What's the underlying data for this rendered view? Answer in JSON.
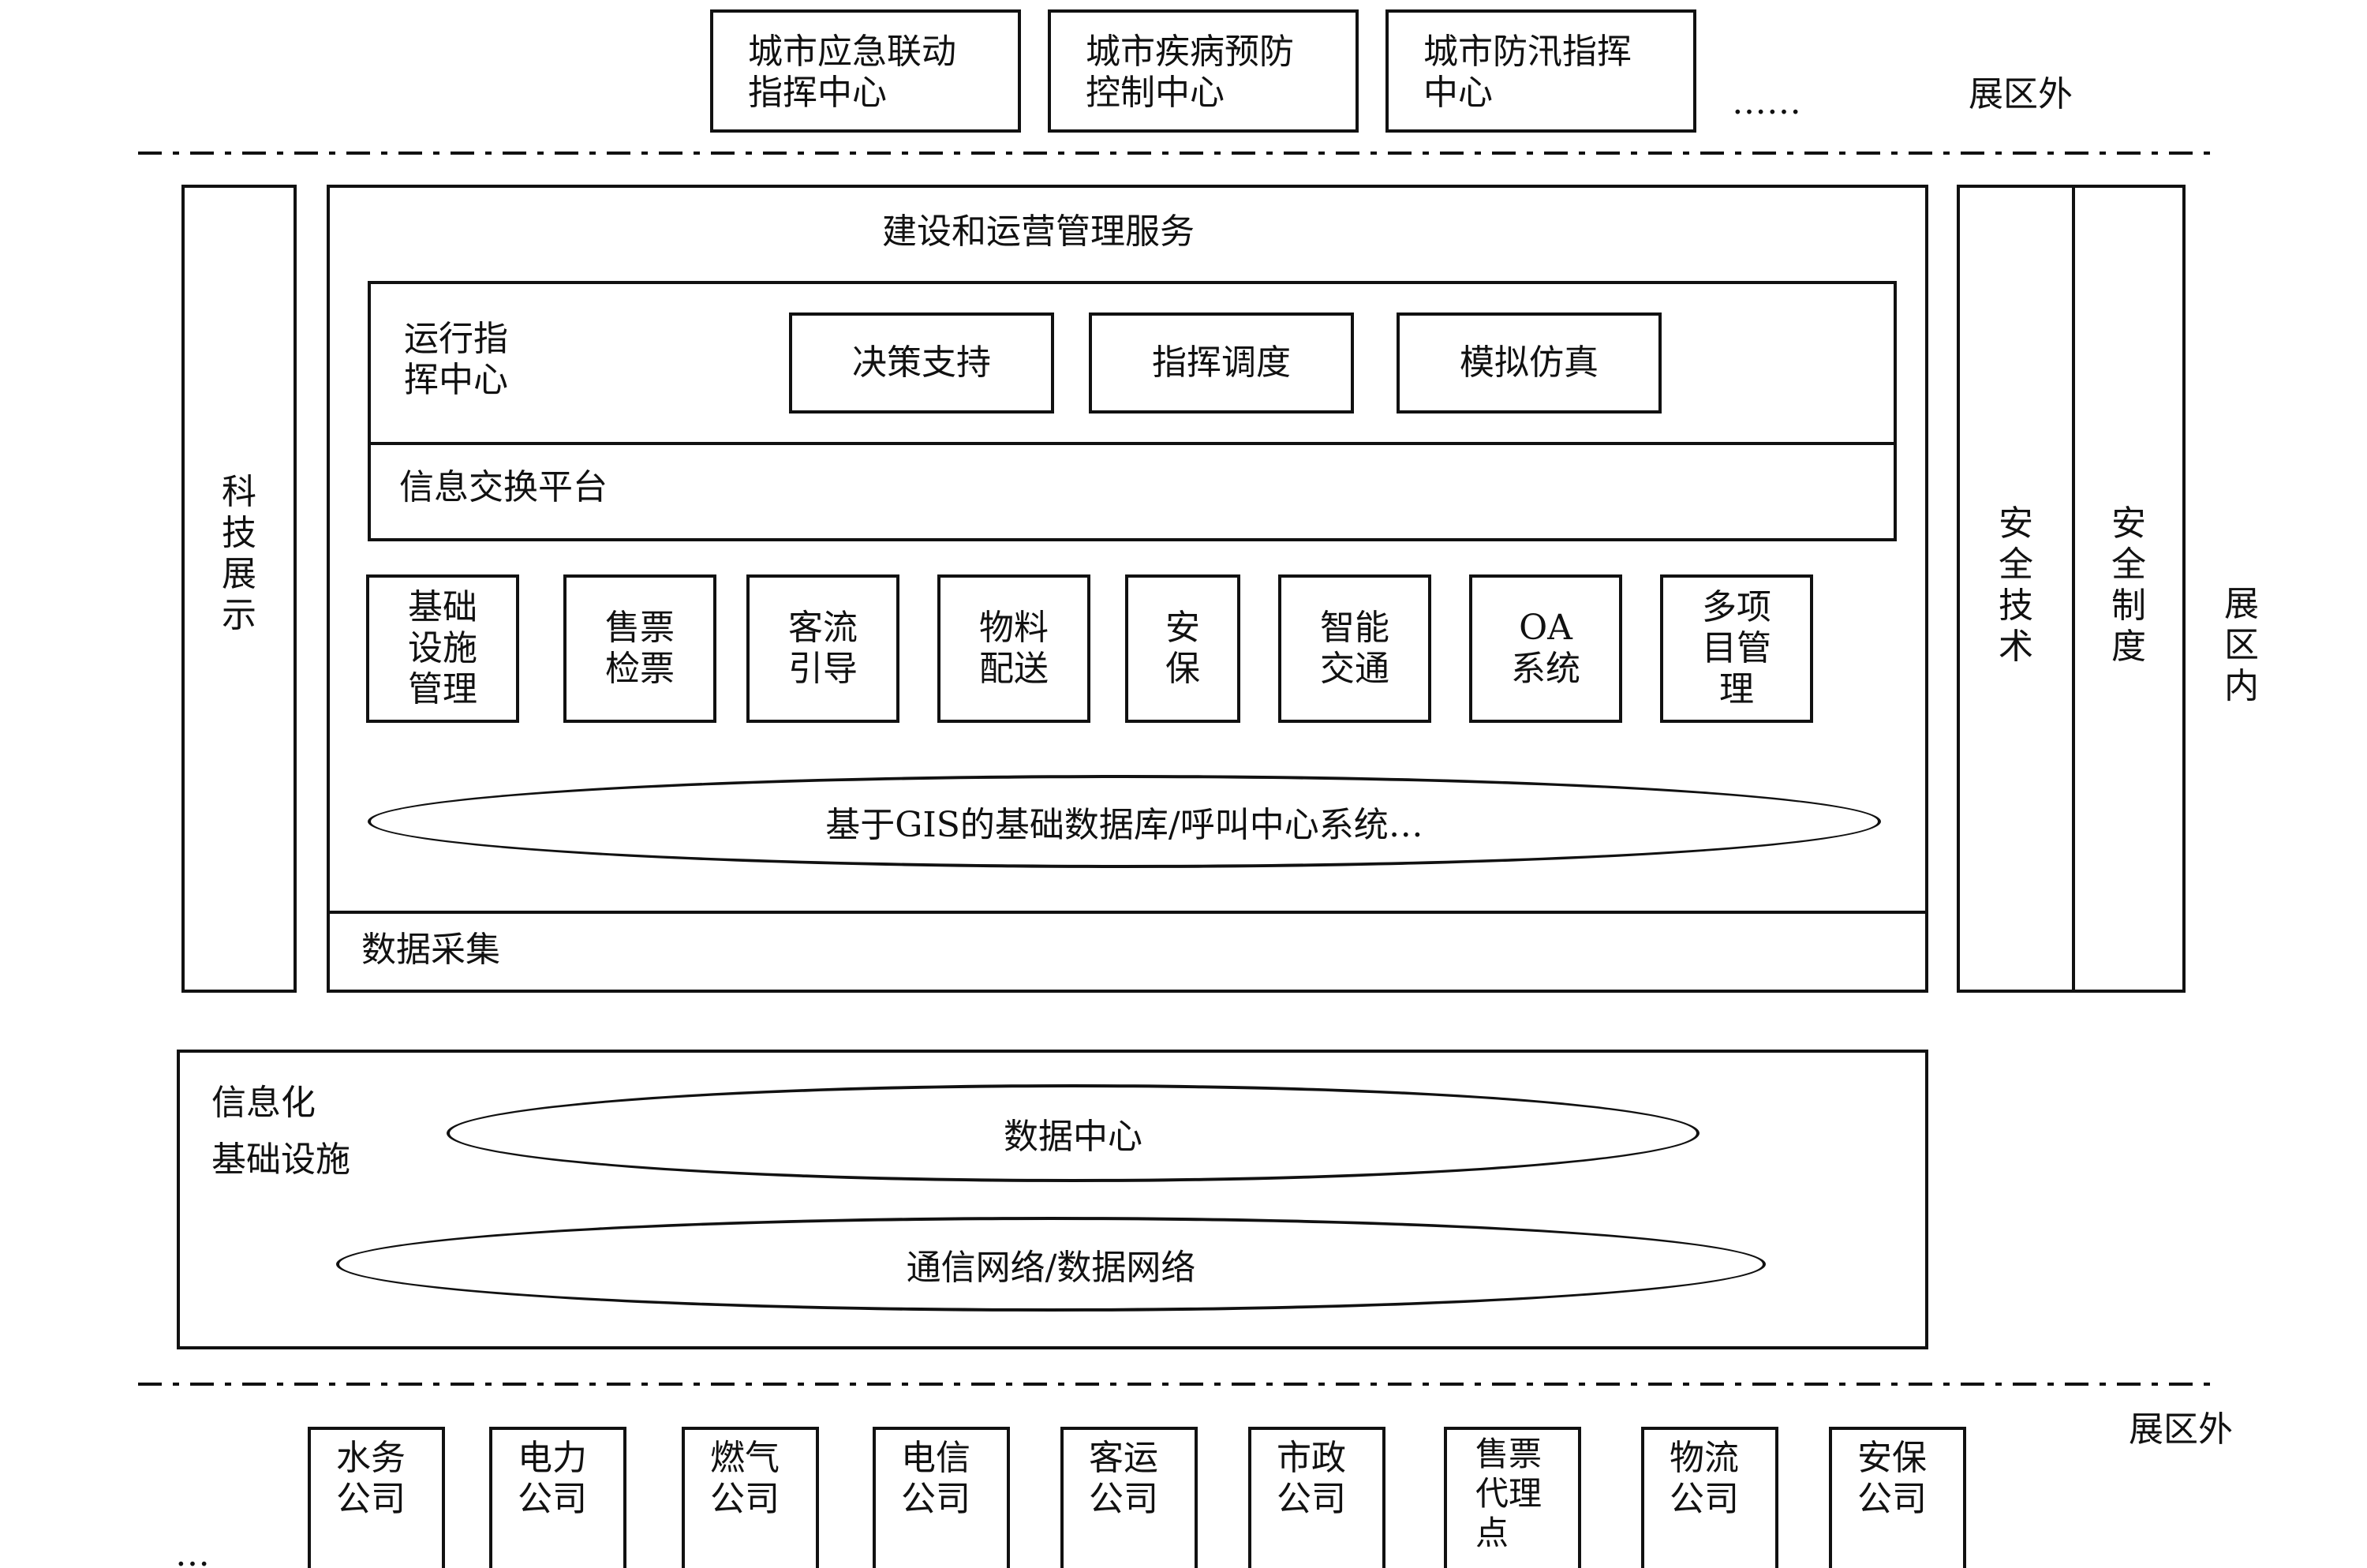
{
  "top_zone": {
    "label": "展区外",
    "ellipsis": "……",
    "boxes": [
      {
        "label": "城市应急联动\n指挥中心"
      },
      {
        "label": "城市疾病预防\n控制中心"
      },
      {
        "label": "城市防汛指挥\n中心"
      }
    ]
  },
  "middle_zone": {
    "label": "展区内",
    "left_column": "科技展示",
    "right_columns": [
      "安全技术",
      "安全制度"
    ],
    "main": {
      "title": "建设和运营管理服务",
      "command_center": {
        "label": "运行指\n挥中心",
        "functions": [
          "决策支持",
          "指挥调度",
          "模拟仿真"
        ]
      },
      "info_platform": "信息交换平台",
      "modules": [
        "基础\n设施\n管理",
        "售票\n检票",
        "客流\n引导",
        "物料\n配送",
        "安\n保",
        "智能\n交通",
        "OA\n系统",
        "多项\n目管\n理"
      ],
      "database": "基于GIS的基础数据库/呼叫中心系统…",
      "data_collection": "数据采集"
    },
    "infrastructure": {
      "label": "信息化\n基础设施",
      "data_center": "数据中心",
      "network": "通信网络/数据网络"
    }
  },
  "bottom_zone": {
    "label": "展区外",
    "ellipsis": "…",
    "boxes": [
      {
        "label": "水务\n公司"
      },
      {
        "label": "电力\n公司"
      },
      {
        "label": "燃气\n公司"
      },
      {
        "label": "电信\n公司"
      },
      {
        "label": "客运\n公司"
      },
      {
        "label": "市政\n公司"
      },
      {
        "label": "售票\n代理\n点"
      },
      {
        "label": "物流\n公司"
      },
      {
        "label": "安保\n公司"
      }
    ]
  }
}
